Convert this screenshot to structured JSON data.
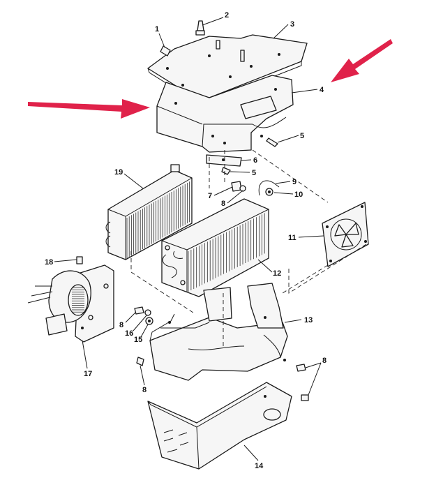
{
  "diagram": {
    "callouts": [
      {
        "id": "c1",
        "text": "1"
      },
      {
        "id": "c2",
        "text": "2"
      },
      {
        "id": "c3",
        "text": "3"
      },
      {
        "id": "c4",
        "text": "4"
      },
      {
        "id": "c5a",
        "text": "5"
      },
      {
        "id": "c6",
        "text": "6"
      },
      {
        "id": "c5b",
        "text": "5"
      },
      {
        "id": "c19",
        "text": "19"
      },
      {
        "id": "c9",
        "text": "9"
      },
      {
        "id": "c7",
        "text": "7"
      },
      {
        "id": "c8a",
        "text": "8"
      },
      {
        "id": "c10",
        "text": "10"
      },
      {
        "id": "c11",
        "text": "11"
      },
      {
        "id": "c12",
        "text": "12"
      },
      {
        "id": "c18",
        "text": "18"
      },
      {
        "id": "c13",
        "text": "13"
      },
      {
        "id": "c8b",
        "text": "8"
      },
      {
        "id": "c16",
        "text": "16"
      },
      {
        "id": "c15",
        "text": "15"
      },
      {
        "id": "c8c",
        "text": "8"
      },
      {
        "id": "c17",
        "text": "17"
      },
      {
        "id": "c8d",
        "text": "8"
      },
      {
        "id": "c14",
        "text": "14"
      }
    ],
    "arrow_color": "#e0224a"
  }
}
